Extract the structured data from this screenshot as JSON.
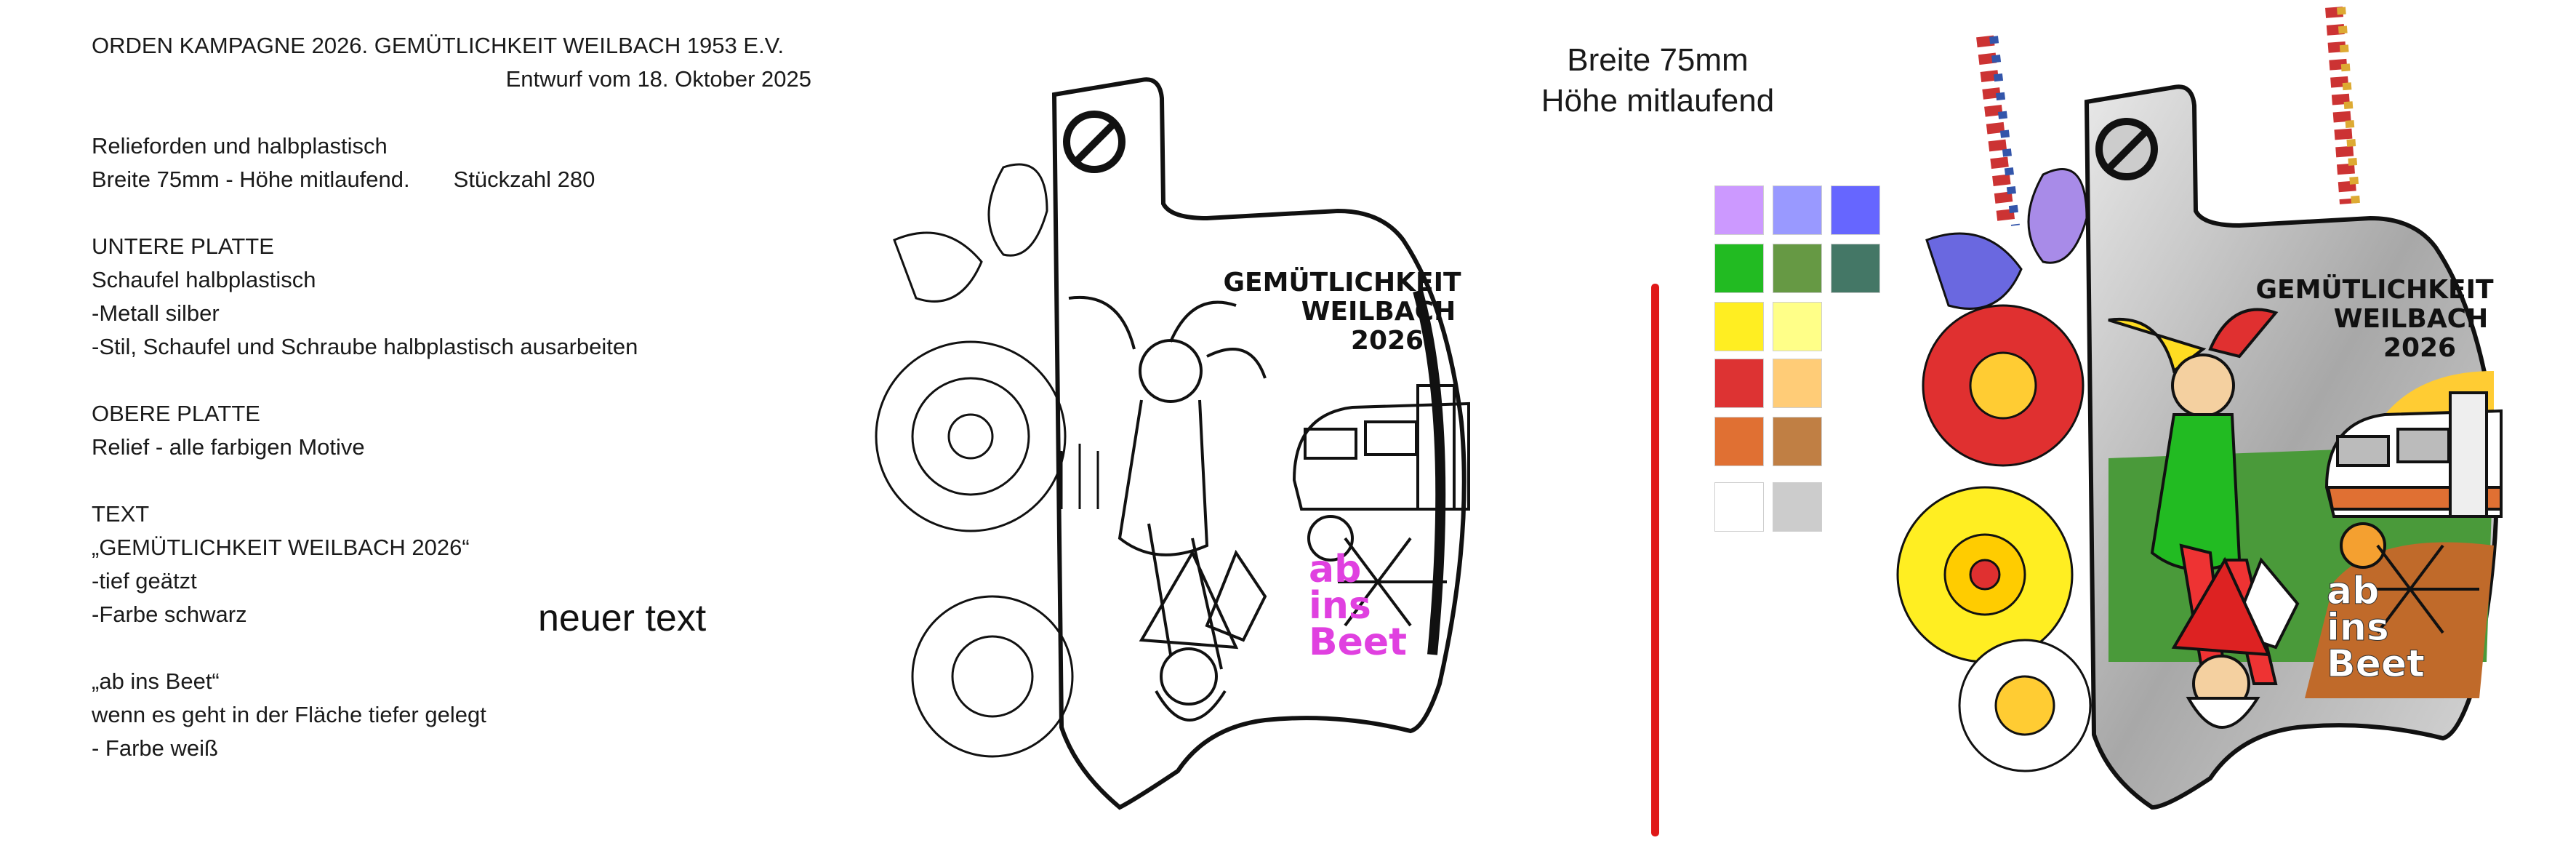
{
  "spec": {
    "title": "ORDEN KAMPAGNE 2026. GEMÜTLICHKEIT WEILBACH 1953 E.V.",
    "draft_date": "Entwurf vom 18. Oktober 2025",
    "type_line": "Relieforden und halbplastisch",
    "size_line": "Breite 75mm - Höhe mitlaufend.",
    "quantity": "Stückzahl 280",
    "lower_heading": "UNTERE PLATTE",
    "lower_1": "Schaufel halbplastisch",
    "lower_2": "-Metall silber",
    "lower_3": "-Stil, Schaufel und Schraube halbplastisch ausarbeiten",
    "upper_heading": "OBERE PLATTE",
    "upper_1": "Relief - alle farbigen Motive",
    "text_heading": "TEXT",
    "text_1": "„GEMÜTLICHKEIT WEILBACH 2026“",
    "text_2": "-tief geätzt",
    "text_3": "-Farbe schwarz",
    "beet_heading": "„ab ins Beet“",
    "beet_1": "wenn es geht in der Fläche tiefer gelegt",
    "beet_2": "- Farbe weiß"
  },
  "note": "neuer text",
  "dimensions": {
    "width": "Breite 75mm",
    "height": "Höhe mitlaufend"
  },
  "medal": {
    "line1": "GEMÜTLICHKEIT",
    "line2": "WEILBACH",
    "line3": "2026",
    "slogan_1": "ab",
    "slogan_2": "ins",
    "slogan_3": "Beet"
  },
  "palette": {
    "row1": [
      "#cc99ff",
      "#9999ff",
      "#6666ff"
    ],
    "row2": [
      "#22bb22",
      "#669944",
      "#447766"
    ],
    "row3": [
      "#ffee22",
      "#ffff88",
      ""
    ],
    "row4": [
      "#dd3333",
      "#ffcc77",
      ""
    ],
    "row5": [
      "#e07033",
      "#c07f44",
      ""
    ],
    "row6": [
      "#ffffff",
      "#cccccc",
      ""
    ]
  },
  "colors": {
    "accent_red": "#e01818",
    "slogan_magenta": "#e040e0"
  }
}
